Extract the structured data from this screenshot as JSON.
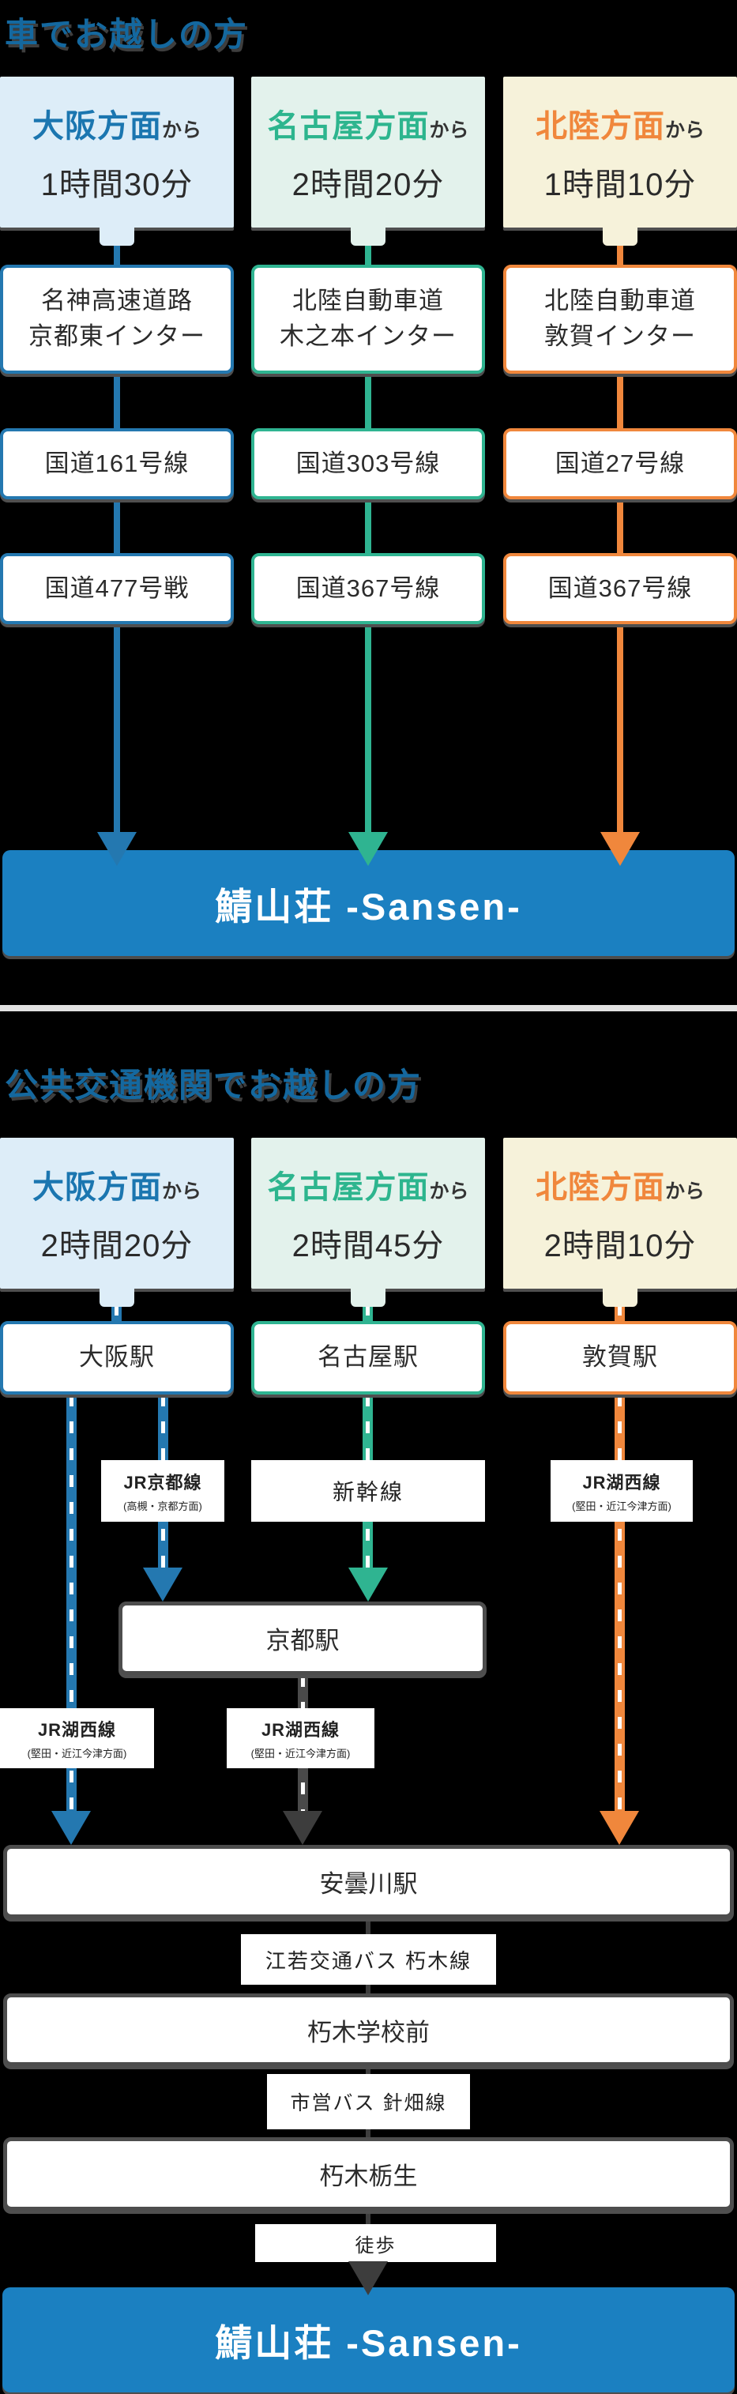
{
  "colors": {
    "background": "#000000",
    "title_blue": "#14689f",
    "osaka_blue": "#2478b0",
    "nagoya_green": "#2fb491",
    "hokuriku_orange": "#f0873c",
    "banner_blue": "#1b80c1",
    "header_bg_blue": "#ddedf8",
    "header_bg_green": "#e3f2ec",
    "header_bg_yellow": "#f6f2da",
    "connector_gray": "#4a4a4a"
  },
  "car_section": {
    "title": "車でお越しの方",
    "columns": [
      {
        "origin": "大阪方面",
        "origin_suffix": "から",
        "duration": "1時間30分",
        "interchange": {
          "line1": "名神高速道路",
          "line2": "京都東インター"
        },
        "roads": [
          "国道161号線",
          "国道477号戦"
        ]
      },
      {
        "origin": "名古屋方面",
        "origin_suffix": "から",
        "duration": "2時間20分",
        "interchange": {
          "line1": "北陸自動車道",
          "line2": "木之本インター"
        },
        "roads": [
          "国道303号線",
          "国道367号線"
        ]
      },
      {
        "origin": "北陸方面",
        "origin_suffix": "から",
        "duration": "1時間10分",
        "interchange": {
          "line1": "北陸自動車道",
          "line2": "敦賀インター"
        },
        "roads": [
          "国道27号線",
          "国道367号線"
        ]
      }
    ],
    "destination_banner": "鯖山荘 -Sansen-"
  },
  "transit_section": {
    "title": "公共交通機関でお越しの方",
    "columns": [
      {
        "origin": "大阪方面",
        "origin_suffix": "から",
        "duration": "2時間20分",
        "station": "大阪駅"
      },
      {
        "origin": "名古屋方面",
        "origin_suffix": "から",
        "duration": "2時間45分",
        "station": "名古屋駅"
      },
      {
        "origin": "北陸方面",
        "origin_suffix": "から",
        "duration": "2時間10分",
        "station": "敦賀駅"
      }
    ],
    "rail_labels": {
      "jr_kyoto_line": {
        "name": "JR京都線",
        "direction": "(高槻・京都方面)"
      },
      "shinkansen": "新幹線",
      "jr_kosei_tsuruga": {
        "name": "JR湖西線",
        "direction": "(堅田・近江今津方面)"
      },
      "jr_kosei_osaka": {
        "name": "JR湖西線",
        "direction": "(堅田・近江今津方面)"
      },
      "jr_kosei_kyoto": {
        "name": "JR湖西線",
        "direction": "(堅田・近江今津方面)"
      }
    },
    "mid_stations": {
      "kyoto": "京都駅",
      "adogawa": "安曇川駅",
      "kutsuki_school": "朽木学校前",
      "kutsuki_tochiu": "朽木栃生"
    },
    "connectors": {
      "kojak_bus": "江若交通バス 朽木線",
      "city_bus": "市営バス 針畑線",
      "walk": "徒歩"
    },
    "destination_banner": "鯖山荘 -Sansen-"
  }
}
